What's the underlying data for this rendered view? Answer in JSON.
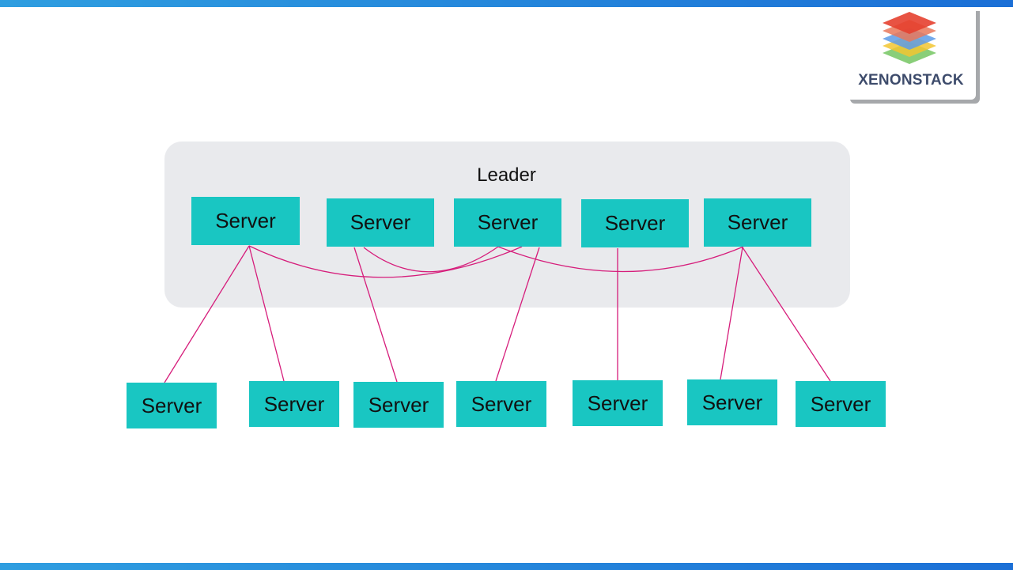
{
  "brand": {
    "name": "XENONSTACK"
  },
  "diagram": {
    "leader_label": "Leader",
    "server_label": "Server",
    "leader_servers": [
      "Server",
      "Server",
      "Server",
      "Server",
      "Server"
    ],
    "follower_servers": [
      "Server",
      "Server",
      "Server",
      "Server",
      "Server",
      "Server",
      "Server"
    ],
    "colors": {
      "server_fill": "#19c6c2",
      "link": "#d61d7b",
      "leader_panel": "#e9eaed"
    }
  }
}
